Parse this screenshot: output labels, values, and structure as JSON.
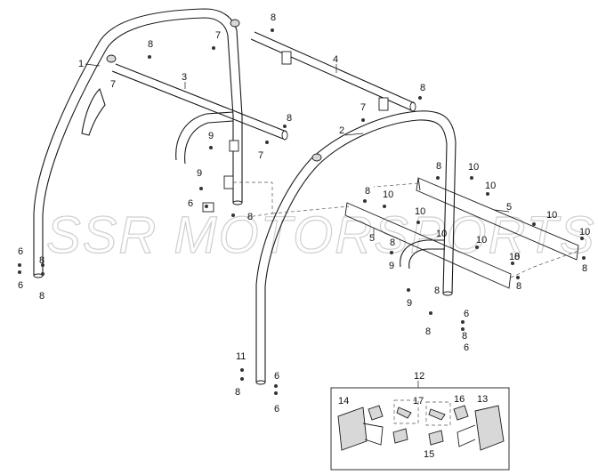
{
  "watermark": "SSR MOTORSPORTS",
  "callouts": {
    "c1": "1",
    "c2": "2",
    "c3": "3",
    "c4": "4",
    "c5a": "5",
    "c5b": "5",
    "c6a": "6",
    "c6b": "6",
    "c6c": "6",
    "c6d": "6",
    "c6e": "6",
    "c6f": "6",
    "c6g": "6",
    "c7a": "7",
    "c7b": "7",
    "c7c": "7",
    "c7d": "7",
    "c8a": "8",
    "c8b": "8",
    "c8c": "8",
    "c8d": "8",
    "c8e": "8",
    "c8f": "8",
    "c8g": "8",
    "c8h": "8",
    "c8i": "8",
    "c8j": "8",
    "c8k": "8",
    "c8l": "8",
    "c8m": "8",
    "c8n": "8",
    "c8o": "8",
    "c8p": "8",
    "c8q": "8",
    "c9a": "9",
    "c9b": "9",
    "c9c": "9",
    "c9d": "9",
    "c10a": "10",
    "c10b": "10",
    "c10c": "10",
    "c10d": "10",
    "c10e": "10",
    "c10f": "10",
    "c10g": "10",
    "c10h": "10",
    "c10i": "10",
    "c11": "11",
    "c12": "12",
    "c13": "13",
    "c14": "14",
    "c15": "15",
    "c16": "16",
    "c17": "17"
  },
  "colors": {
    "line": "#1a1a1a",
    "watermark": "#cfcfcf",
    "part_fill": "#d8d8d8"
  }
}
